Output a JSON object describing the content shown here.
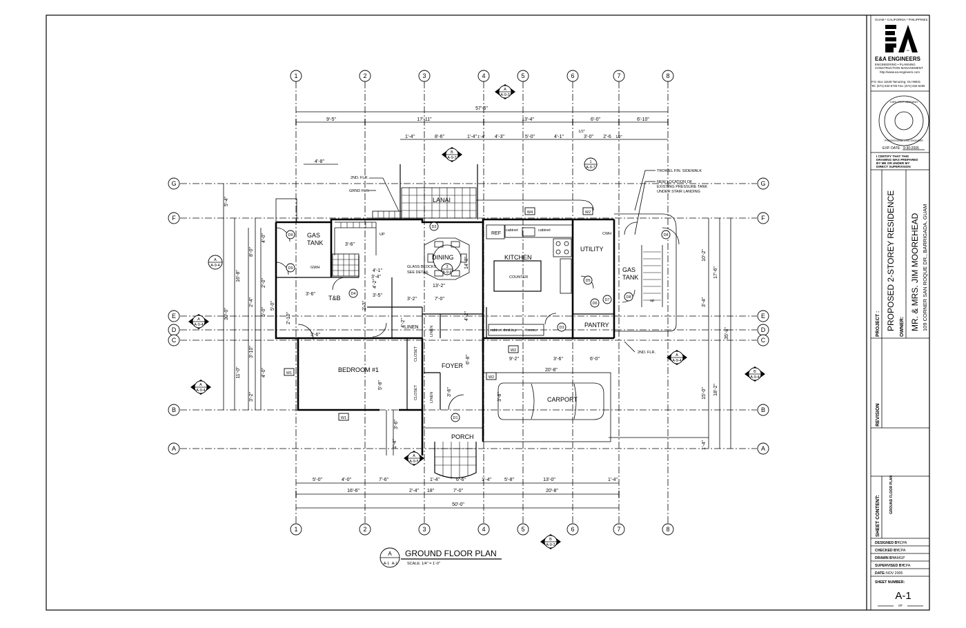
{
  "grid": {
    "cols": [
      "1",
      "2",
      "3",
      "4",
      "5",
      "6",
      "7",
      "8"
    ],
    "rows": [
      "G",
      "F",
      "E",
      "D",
      "C",
      "B",
      "A"
    ]
  },
  "dims": {
    "overall_top": "57'-6\"",
    "top_chain": [
      "9'-5\"",
      "17'-11\"",
      "13'-4\"",
      "6'-0\"",
      "6'-10\""
    ],
    "top_sub": [
      "1'-4\"",
      "8'-6\"",
      "1'-4\"",
      "1'-4\"",
      "4'-3\"",
      "5'-0\"",
      "4'-1\"",
      "1/2\"",
      "3'-0\"",
      "2'-6",
      "1/2\""
    ],
    "left_chain": [
      "5'-4\"",
      "16'-8\"",
      "30'-0\"",
      "11'-0\""
    ],
    "left_sub": [
      "8'-0\"",
      "4'-0\"",
      "2'-0\"",
      "2'-4\"",
      "5'-0\"",
      "3'-10\"",
      "4'-0\"",
      "3'-2\""
    ],
    "right_chain": [
      "10'-2\"",
      "17'-6\"",
      "35'-8\"",
      "15'-0\"",
      "18'-2\"",
      "3'-4\"",
      "1'-4\""
    ],
    "bottom_sub": [
      "5'-0\"",
      "4'-0\"",
      "7'-6\"",
      "1'-4\"",
      "6'-6\"",
      "1'-4\"",
      "5'-8\"",
      "13'-0\"",
      "1'-4\""
    ],
    "bottom_chain": [
      "16'-6\"",
      "2'-4\"",
      "18\"",
      "7'-0\"",
      "20'-8\""
    ],
    "overall_bottom": "50'-0\"",
    "inner": [
      "4'-8\"",
      "3'-6\"",
      "3'-6\"",
      "3'-6\"",
      "4'-1\"",
      "3'-4\"",
      "4'-2\"",
      "3'-2\"",
      "3'-5\"",
      "2'-3\"",
      "5'-0\"",
      "13'-2\"",
      "14'-0\"",
      "7'-0\"",
      "4'-2\"",
      "9'-2\"",
      "3'-6\"",
      "6'-0\"",
      "20'-8\"",
      "6'-8\"",
      "3'-8\"",
      "3'-6\"",
      "5'-8\"",
      "3'-6\"",
      "4'-2\"",
      "1'-4\"",
      "2'-10\""
    ]
  },
  "rooms": {
    "lanai": "LANAI",
    "dining": "DINING",
    "kitchen": "KITCHEN",
    "counter": "COUNTER",
    "utility": "UTILITY",
    "pantry": "PANTRY",
    "gas_tank_left": [
      "GAS",
      "TANK"
    ],
    "gas_tank_right": [
      "GAS",
      "TANK"
    ],
    "tb": "T&B",
    "bedroom": "BEDROOM #1",
    "foyer": "FOYER",
    "carport": "CARPORT",
    "porch": "PORCH",
    "linen": "LINEN",
    "linen_v1": "LINEN",
    "linen_v2": "LINEN",
    "linen_v3": "LINEN",
    "closet_a": "CLOSET",
    "closet_b": "CLOSET",
    "ref": "REF",
    "gwh": "GWH",
    "cwh": "CWH",
    "cabinet_l": "cabinet",
    "cabinet_r": "cabinet",
    "cabinet_desktop": "cabinet desktop",
    "freezer": "freezer",
    "up_left": "UP",
    "up_right": "up"
  },
  "notes": {
    "floor_2nd": "2ND. FLR.",
    "floor_grnd": "GRND FLR.",
    "glass_blocks": [
      "GLASS BLOCKS",
      "SEE DETAIL"
    ],
    "trowel": "TROWEL FIN. SIDEWALK",
    "new_location": [
      "NEW LOCATION OF",
      "EXISTING PRESSURE TANK",
      "UNDER STAIR LANDING"
    ],
    "floor_2nd_right": "2ND. FLR."
  },
  "tags": {
    "doors": [
      "D1",
      "D2",
      "D3",
      "D4",
      "D5",
      "D6",
      "D7",
      "D8",
      "D9",
      "D9",
      "D8"
    ],
    "windows": [
      "W1",
      "W1",
      "W2",
      "W2",
      "W4",
      "W2"
    ]
  },
  "section_markers": {
    "a_top": {
      "letter": "A",
      "ref": "A-9-3"
    },
    "b_top": {
      "letter": "B",
      "ref": "A-9-3"
    },
    "a_left": {
      "letter": "A",
      "ref": "A-9-4"
    },
    "a_left2": {
      "letter": "A",
      "ref": "A-9-4"
    },
    "a_left3": {
      "letter": "A",
      "ref": "A-9-4"
    },
    "b_right": {
      "letter": "B",
      "ref": "A-9-4"
    },
    "a_right_mid": {
      "letter": "A",
      "ref": "A-9-4"
    },
    "a_bottom": {
      "letter": "A",
      "ref": "A-9-5"
    },
    "b_bottom": {
      "letter": "B",
      "ref": "A-9-3"
    },
    "c_kitchen": {
      "letter": "1",
      "ref": "A-9-7"
    },
    "glass_det": {
      "letter": "3",
      "ref": "A-9-6"
    }
  },
  "plan_title": {
    "bubble_letter": "A",
    "bubble_ref": "A-1",
    "sheet_ref": "A-1",
    "title": "GROUND FLOOR PLAN",
    "scale": "SCALE: 1/4\" = 1'-0\""
  },
  "title_block": {
    "locations": "GUAM * CALIFORNIA * PHILIPPINES",
    "logo": "EA",
    "firm": "E&A ENGINEERS",
    "services": "ENGINEERING • PLANNING",
    "services2": "CONSTRUCTION MANAGEMENT",
    "web": "http://www.ea-engineers.com",
    "address": "P.O. Box 11648 Tamuning, GU 96931",
    "phone": "Tel. (671) 632-6725  Fax: (671) 632-6259",
    "seal_name": "CARLITO P. ADRIANO",
    "seal_type": "PROFESSIONAL CIVIL ENGINEER",
    "exp_label": "EXP. DATE:",
    "exp_date": "9-30-2006",
    "certify": [
      "I CERTIFY THAT THIS",
      "DRAWING WAS PREPARED",
      "BY ME OR UNDER MY",
      "DIRECT SUPERVISION"
    ],
    "project_label": "PROJECT :",
    "project_name": "PROPOSED 2-STOREY RESIDENCE",
    "owner_label": "OWNER:",
    "owner_name": "MR. & MRS. JIM MOOREHEAD",
    "owner_address": "109 CORNER SAN ROQUE DR., BARRIGADA, GUAM",
    "revision_label": "REVISION",
    "sheet_content_label": "SHEET CONTENT:",
    "sheet_content": "GROUND FLOOR PLAN",
    "designed_label": "DESIGNED BY:",
    "designed": "CPA",
    "checked_label": "CHECKED BY:",
    "checked": "CPA",
    "drawn_label": "DRAWN BY:",
    "drawn": "AMGP",
    "supervised_label": "SUPERVISED BY:",
    "supervised": "CPA",
    "date_label": "DATE:",
    "date": "NOV 2005",
    "sheet_number_label": "SHEET NUMBER:",
    "sheet_number": "A-1",
    "of_label": "OF"
  }
}
